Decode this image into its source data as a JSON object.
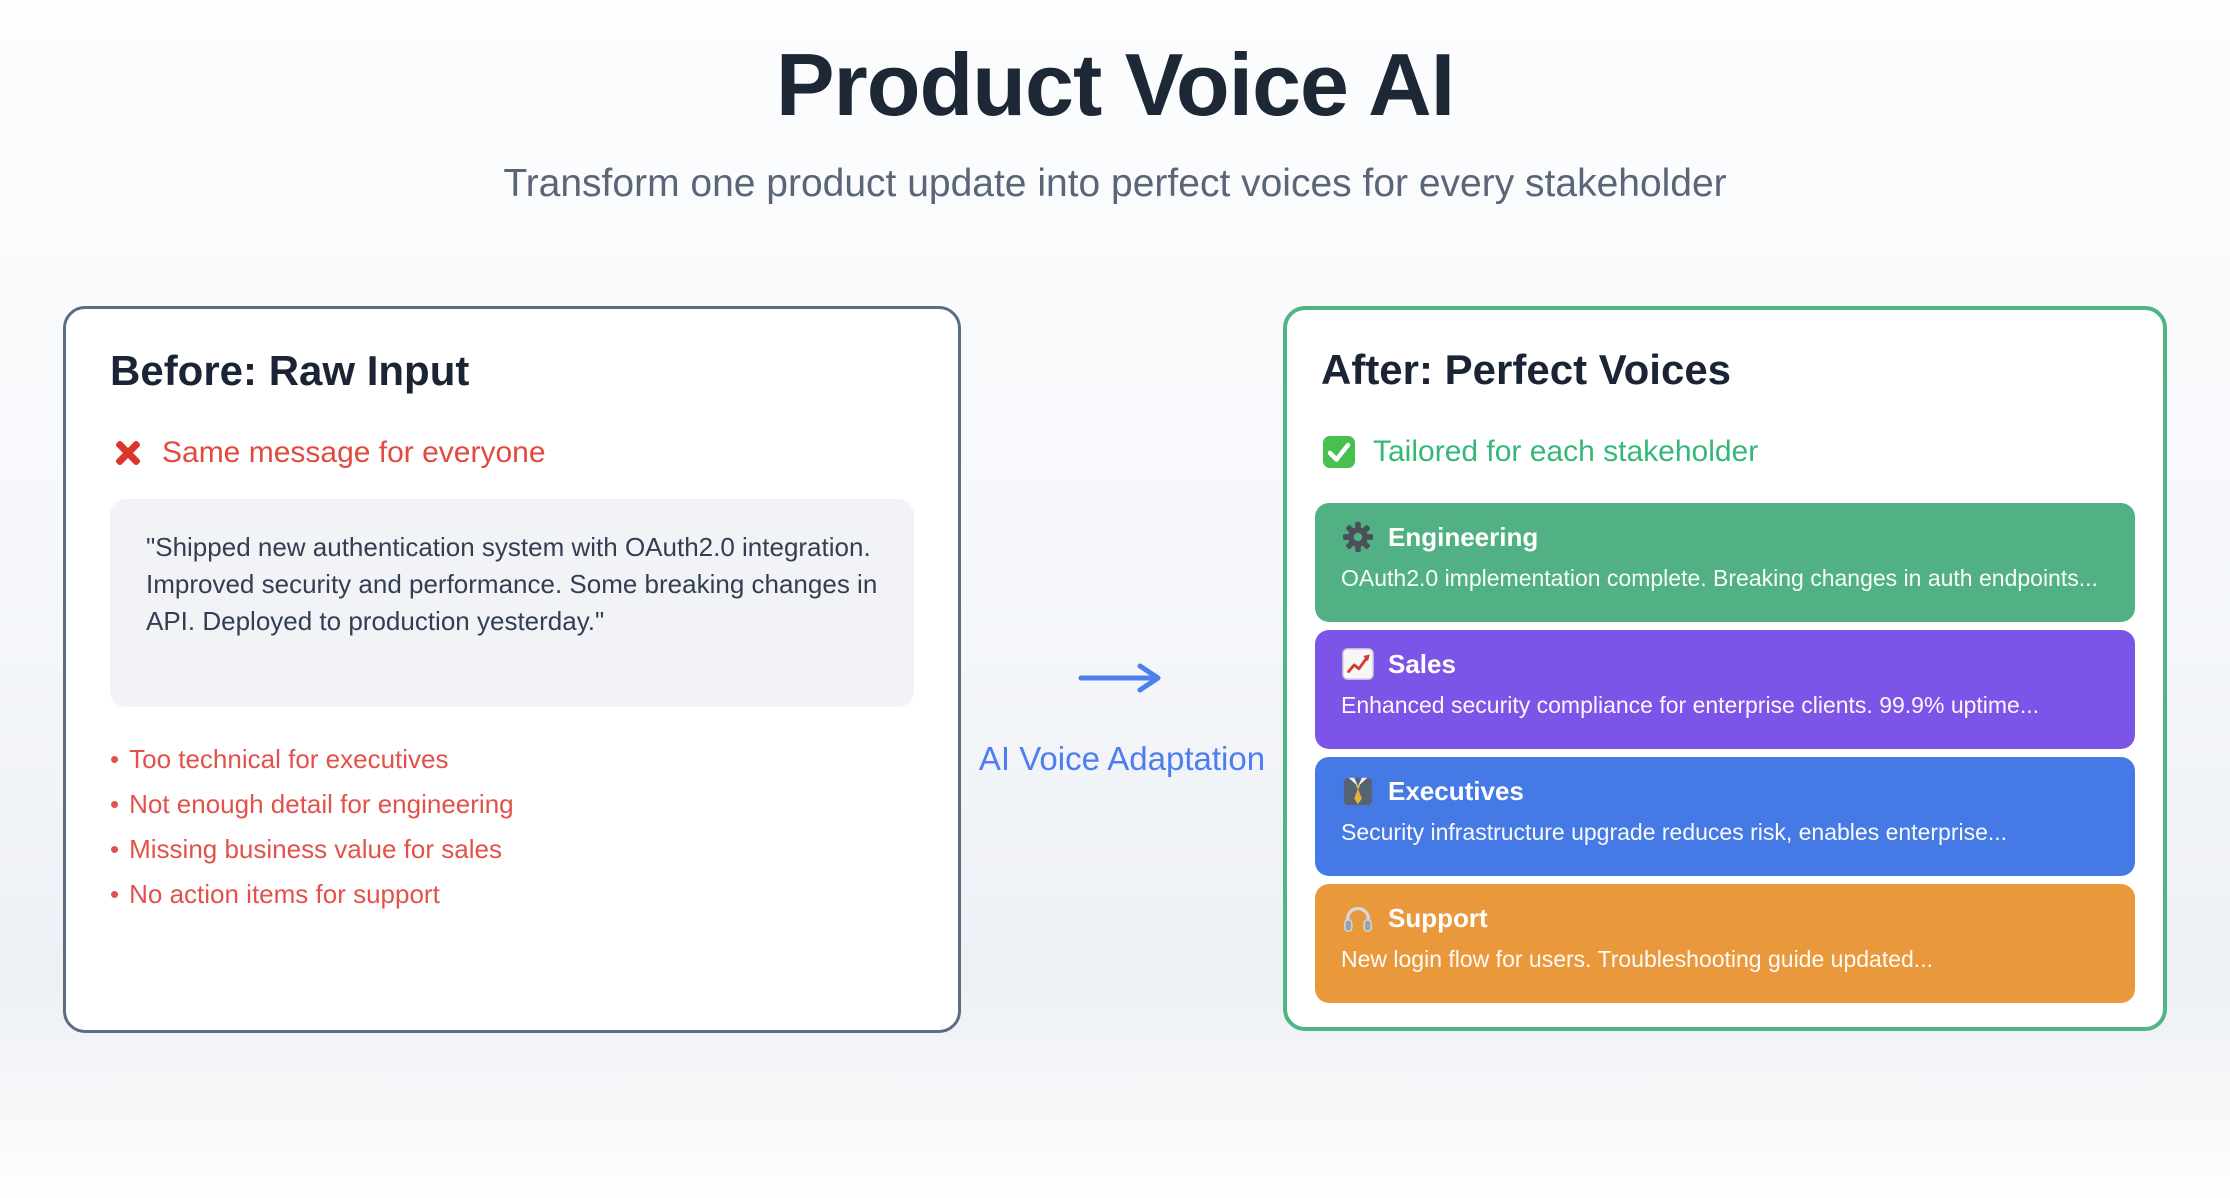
{
  "header": {
    "title": "Product Voice AI",
    "subtitle": "Transform one product update into perfect voices for every stakeholder"
  },
  "before_card": {
    "title": "Before: Raw Input",
    "status_icon": "cross-mark-icon",
    "status_text": "Same message for everyone",
    "bullet": "•",
    "quote": "\"Shipped new authentication system with OAuth2.0 integration. Improved security and performance. Some breaking changes in API. Deployed to production yesterday.\"",
    "issues": [
      "Too technical for executives",
      "Not enough detail for engineering",
      "Missing business value for sales",
      "No action items for support"
    ]
  },
  "transform": {
    "arrow_icon": "arrow-right-icon",
    "label": "AI Voice Adaptation"
  },
  "after_card": {
    "title": "After: Perfect Voices",
    "status_icon": "check-mark-icon",
    "status_text": "Tailored for each stakeholder",
    "voices": [
      {
        "icon": "gear-icon",
        "name": "Engineering",
        "message": "OAuth2.0 implementation complete. Breaking changes in auth endpoints...",
        "color": "#51b185"
      },
      {
        "icon": "chart-increasing-icon",
        "name": "Sales",
        "message": "Enhanced security compliance for enterprise clients. 99.9% uptime...",
        "color": "#7d54e8"
      },
      {
        "icon": "necktie-icon",
        "name": "Executives",
        "message": "Security infrastructure upgrade reduces risk, enables enterprise...",
        "color": "#4579e5"
      },
      {
        "icon": "headphones-icon",
        "name": "Support",
        "message": "New login flow for users. Troubleshooting guide updated...",
        "color": "#e9993c"
      }
    ]
  },
  "colors": {
    "title_text": "#1e2736",
    "subtitle_text": "#5a6577",
    "before_border": "#5c6c84",
    "after_border": "#50b583",
    "error_red": "#e2493f",
    "success_green": "#35b877",
    "accent_blue": "#4c7ef0",
    "quote_box_bg": "#f1f3f7"
  }
}
